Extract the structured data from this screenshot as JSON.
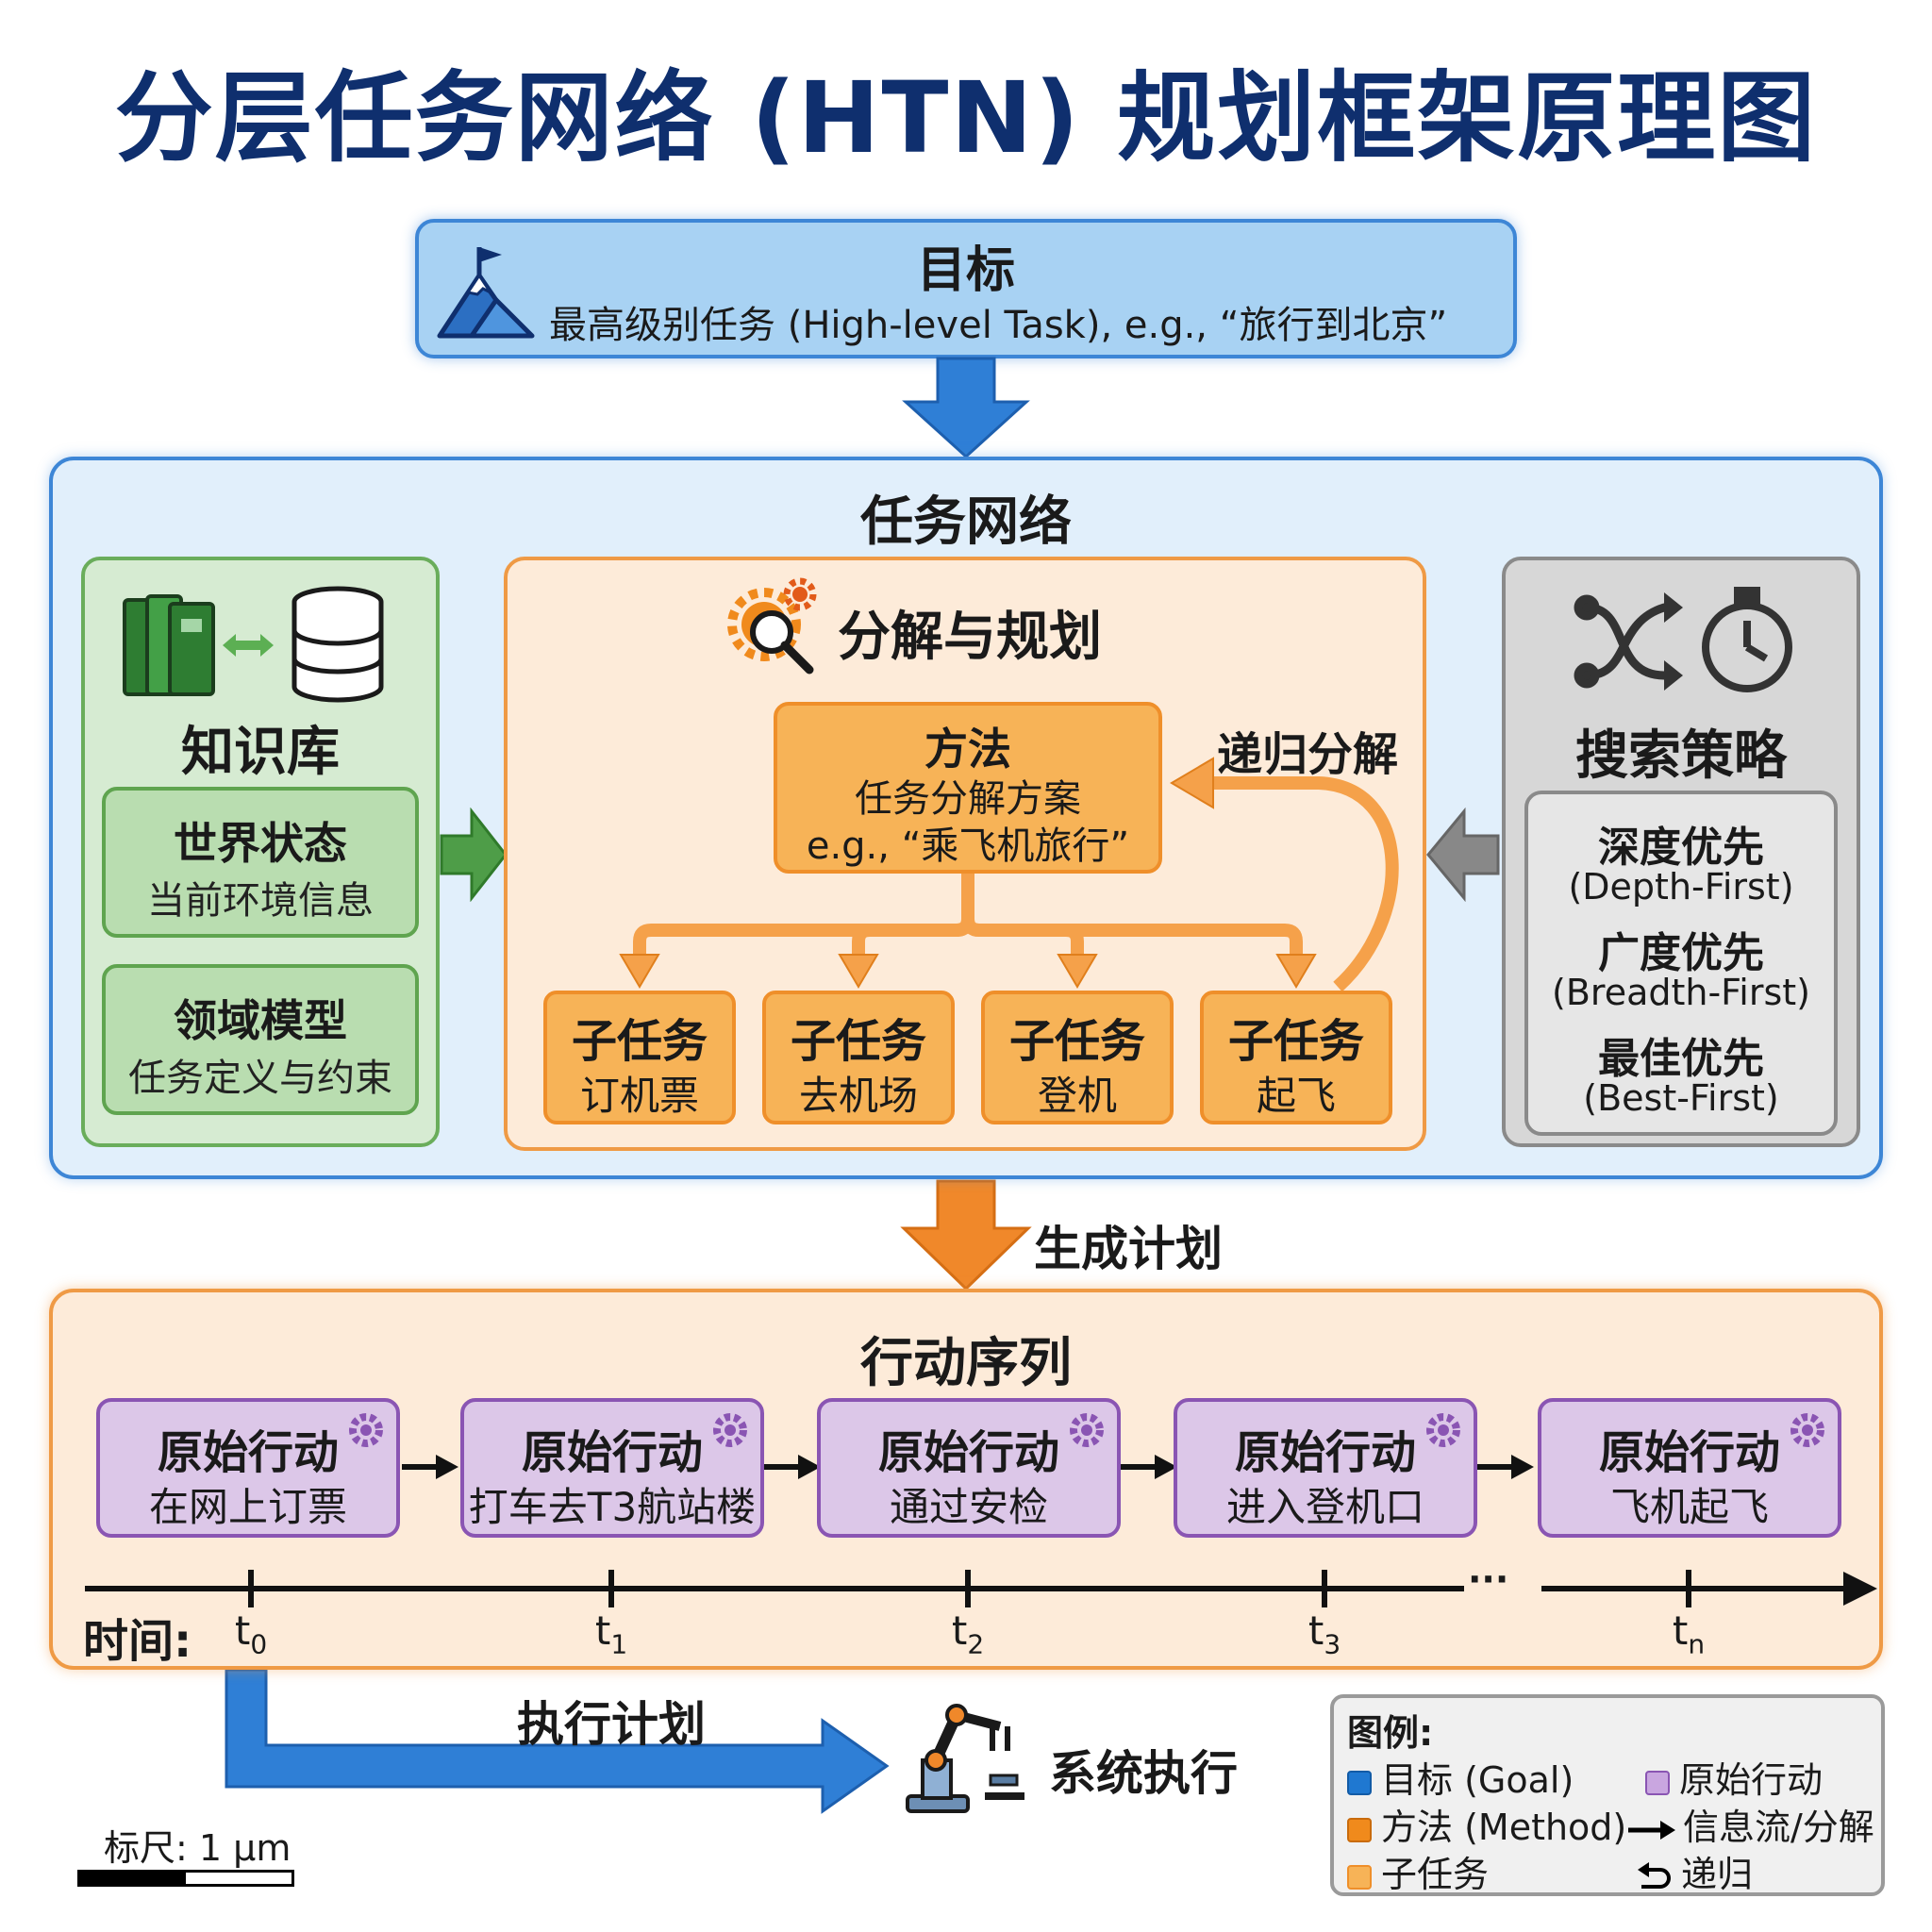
{
  "title": "分层任务网络 (HTN) 规划框架原理图",
  "goal": {
    "title": "目标",
    "description": "最高级别任务 (High-level Task), e.g., “旅行到北京”"
  },
  "task_network": {
    "title": "任务网络",
    "knowledge_base": {
      "title": "知识库",
      "world_state": {
        "title": "世界状态",
        "desc": "当前环境信息"
      },
      "domain_model": {
        "title": "领域模型",
        "desc": "任务定义与约束"
      }
    },
    "decomposition": {
      "title": "分解与规划",
      "method": {
        "title": "方法",
        "line1": "任务分解方案",
        "line2": "e.g., “乘飞机旅行”"
      },
      "recursion_label": "递归分解",
      "subtasks": [
        {
          "title": "子任务",
          "desc": "订机票"
        },
        {
          "title": "子任务",
          "desc": "去机场"
        },
        {
          "title": "子任务",
          "desc": "登机"
        },
        {
          "title": "子任务",
          "desc": "起飞"
        }
      ]
    },
    "search": {
      "title": "搜索策略",
      "strategies": [
        {
          "name": "深度优先",
          "en": "(Depth-First)"
        },
        {
          "name": "广度优先",
          "en": "(Breadth-First)"
        },
        {
          "name": "最佳优先",
          "en": "(Best-First)"
        }
      ]
    }
  },
  "generate_label": "生成计划",
  "action_sequence": {
    "title": "行动序列",
    "actions": [
      {
        "title": "原始行动",
        "desc": "在网上订票"
      },
      {
        "title": "原始行动",
        "desc": "打车去T3航站楼"
      },
      {
        "title": "原始行动",
        "desc": "通过安检"
      },
      {
        "title": "原始行动",
        "desc": "进入登机口"
      },
      {
        "title": "原始行动",
        "desc": "飞机起飞"
      }
    ],
    "time_label": "时间:",
    "ticks": [
      {
        "t": "t",
        "sub": "0"
      },
      {
        "t": "t",
        "sub": "1"
      },
      {
        "t": "t",
        "sub": "2"
      },
      {
        "t": "t",
        "sub": "3"
      },
      {
        "t": "t",
        "sub": "n"
      }
    ],
    "ellipsis": "···"
  },
  "execute_label": "执行计划",
  "system_label": "系统执行",
  "legend": {
    "title": "图例:",
    "items": [
      {
        "label": "目标 (Goal)",
        "color": "#1f78d1",
        "icon": "square"
      },
      {
        "label": "原始行动",
        "color": "#c9a6e0",
        "icon": "square"
      },
      {
        "label": "方法 (Method)",
        "color": "#f08a1c",
        "icon": "square"
      },
      {
        "label": "信息流/分解",
        "color": "#000000",
        "icon": "arrow"
      },
      {
        "label": "子任务",
        "color": "#f7b357",
        "icon": "square"
      },
      {
        "label": "递归",
        "color": "#000000",
        "icon": "return-arrow"
      }
    ]
  },
  "scale": {
    "label": "标尺: 1 μm"
  },
  "colors": {
    "title": "#0f2f6e",
    "goal_fill": "#a8d2f3",
    "goal_border": "#3d86d6",
    "kb_fill": "#d6ebd2",
    "method_fill": "#f7b357",
    "primitive_fill": "#dcc7e8",
    "search_fill": "#d7d7d7",
    "blue_arrow": "#2f7fd6",
    "orange_arrow": "#f0882a",
    "green_arrow": "#4e9d48",
    "gray_arrow": "#888888"
  }
}
